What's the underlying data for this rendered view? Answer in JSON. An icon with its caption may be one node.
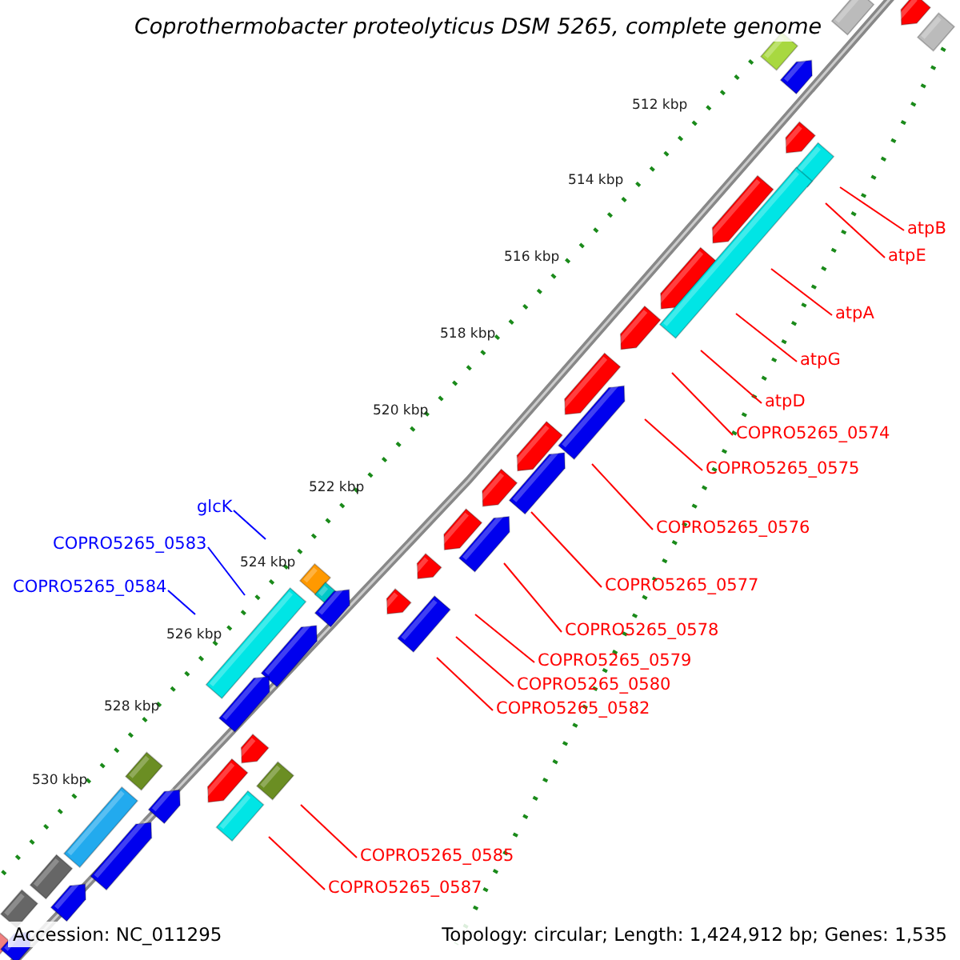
{
  "diagram": {
    "title": "Coprothermobacter proteolyticus DSM 5265, complete genome",
    "nodes": [
      {
        "text": [
          "atpB"
        ]
      },
      {
        "text": [
          "atpE"
        ]
      },
      {
        "text": [
          "atpA"
        ]
      },
      {
        "text": [
          "atpG"
        ]
      },
      {
        "text": [
          "atpD"
        ]
      },
      {
        "text": [
          "COPRO5265_0574"
        ]
      },
      {
        "text": [
          "COPRO5265_0575"
        ]
      },
      {
        "text": [
          "glcK"
        ]
      },
      {
        "text": [
          "COPRO5265_0576"
        ]
      },
      {
        "text": [
          "COPRO5265_0583"
        ]
      },
      {
        "text": [
          "COPRO5265_0577"
        ]
      },
      {
        "text": [
          "COPRO5265_0584"
        ]
      },
      {
        "text": [
          "COPRO5265_0578"
        ]
      },
      {
        "text": [
          "COPRO5265_0579"
        ]
      },
      {
        "text": [
          "COPRO5265_0580"
        ]
      },
      {
        "text": [
          "COPRO5265_0582"
        ]
      },
      {
        "text": [
          "COPRO5265_0585"
        ]
      },
      {
        "text": [
          "COPRO5265_0587"
        ]
      }
    ],
    "edges": [
      {
        "from": 0,
        "to": null,
        "arrow": "none"
      },
      {
        "from": 1,
        "to": null,
        "arrow": "none"
      },
      {
        "from": 2,
        "to": null,
        "arrow": "none"
      },
      {
        "from": 3,
        "to": null,
        "arrow": "none"
      },
      {
        "from": 4,
        "to": null,
        "arrow": "none"
      },
      {
        "from": 5,
        "to": null,
        "arrow": "none"
      },
      {
        "from": 6,
        "to": null,
        "arrow": "none"
      },
      {
        "from": 7,
        "to": null,
        "arrow": "none",
        "color": "#0000ff"
      },
      {
        "from": 8,
        "to": null,
        "arrow": "none"
      },
      {
        "from": 9,
        "to": null,
        "arrow": "none",
        "color": "#0000ff"
      },
      {
        "from": 10,
        "to": null,
        "arrow": "none"
      },
      {
        "from": 11,
        "to": null,
        "arrow": "none",
        "color": "#0000ff"
      },
      {
        "from": 12,
        "to": null,
        "arrow": "none"
      },
      {
        "from": 13,
        "to": null,
        "arrow": "none"
      },
      {
        "from": 14,
        "to": null,
        "arrow": "none"
      },
      {
        "from": 15,
        "to": null,
        "arrow": "none"
      },
      {
        "from": 16,
        "to": null,
        "arrow": "none"
      },
      {
        "from": 17,
        "to": null,
        "arrow": "none"
      }
    ],
    "labels": [
      "512 kbp",
      "514 kbp",
      "516 kbp",
      "518 kbp",
      "520 kbp",
      "522 kbp",
      "524 kbp",
      "526 kbp",
      "528 kbp",
      "530 kbp",
      "Accession: NC_011295",
      "Topology: circular; Length: 1,424,912 bp; Genes: 1,535"
    ]
  }
}
